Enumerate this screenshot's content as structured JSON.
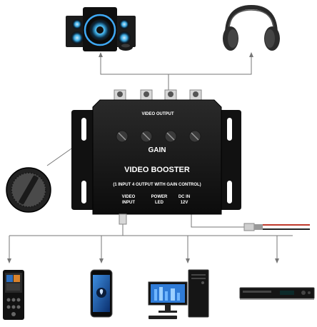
{
  "device": {
    "video_output_label": "VIDEO OUTPUT",
    "gain_label": "GAIN",
    "title": "VIDEO BOOSTER",
    "subtitle": "(1 INPUT 4 OUTPUT WITH GAIN CONTROL)",
    "video_input_label": [
      "VIDEO",
      "INPUT"
    ],
    "power_led_label": [
      "POWER",
      "LED"
    ],
    "dc_in_label": [
      "DC IN",
      "12V"
    ],
    "body_color": "#141414",
    "text_color": "#ffffff"
  },
  "top_devices": [
    "speaker-system",
    "headphones"
  ],
  "bottom_devices": [
    "mp3-player",
    "smartphone",
    "desktop-computer",
    "dvd-player"
  ],
  "power_cable_colors": [
    "#c0392b",
    "#222222"
  ]
}
